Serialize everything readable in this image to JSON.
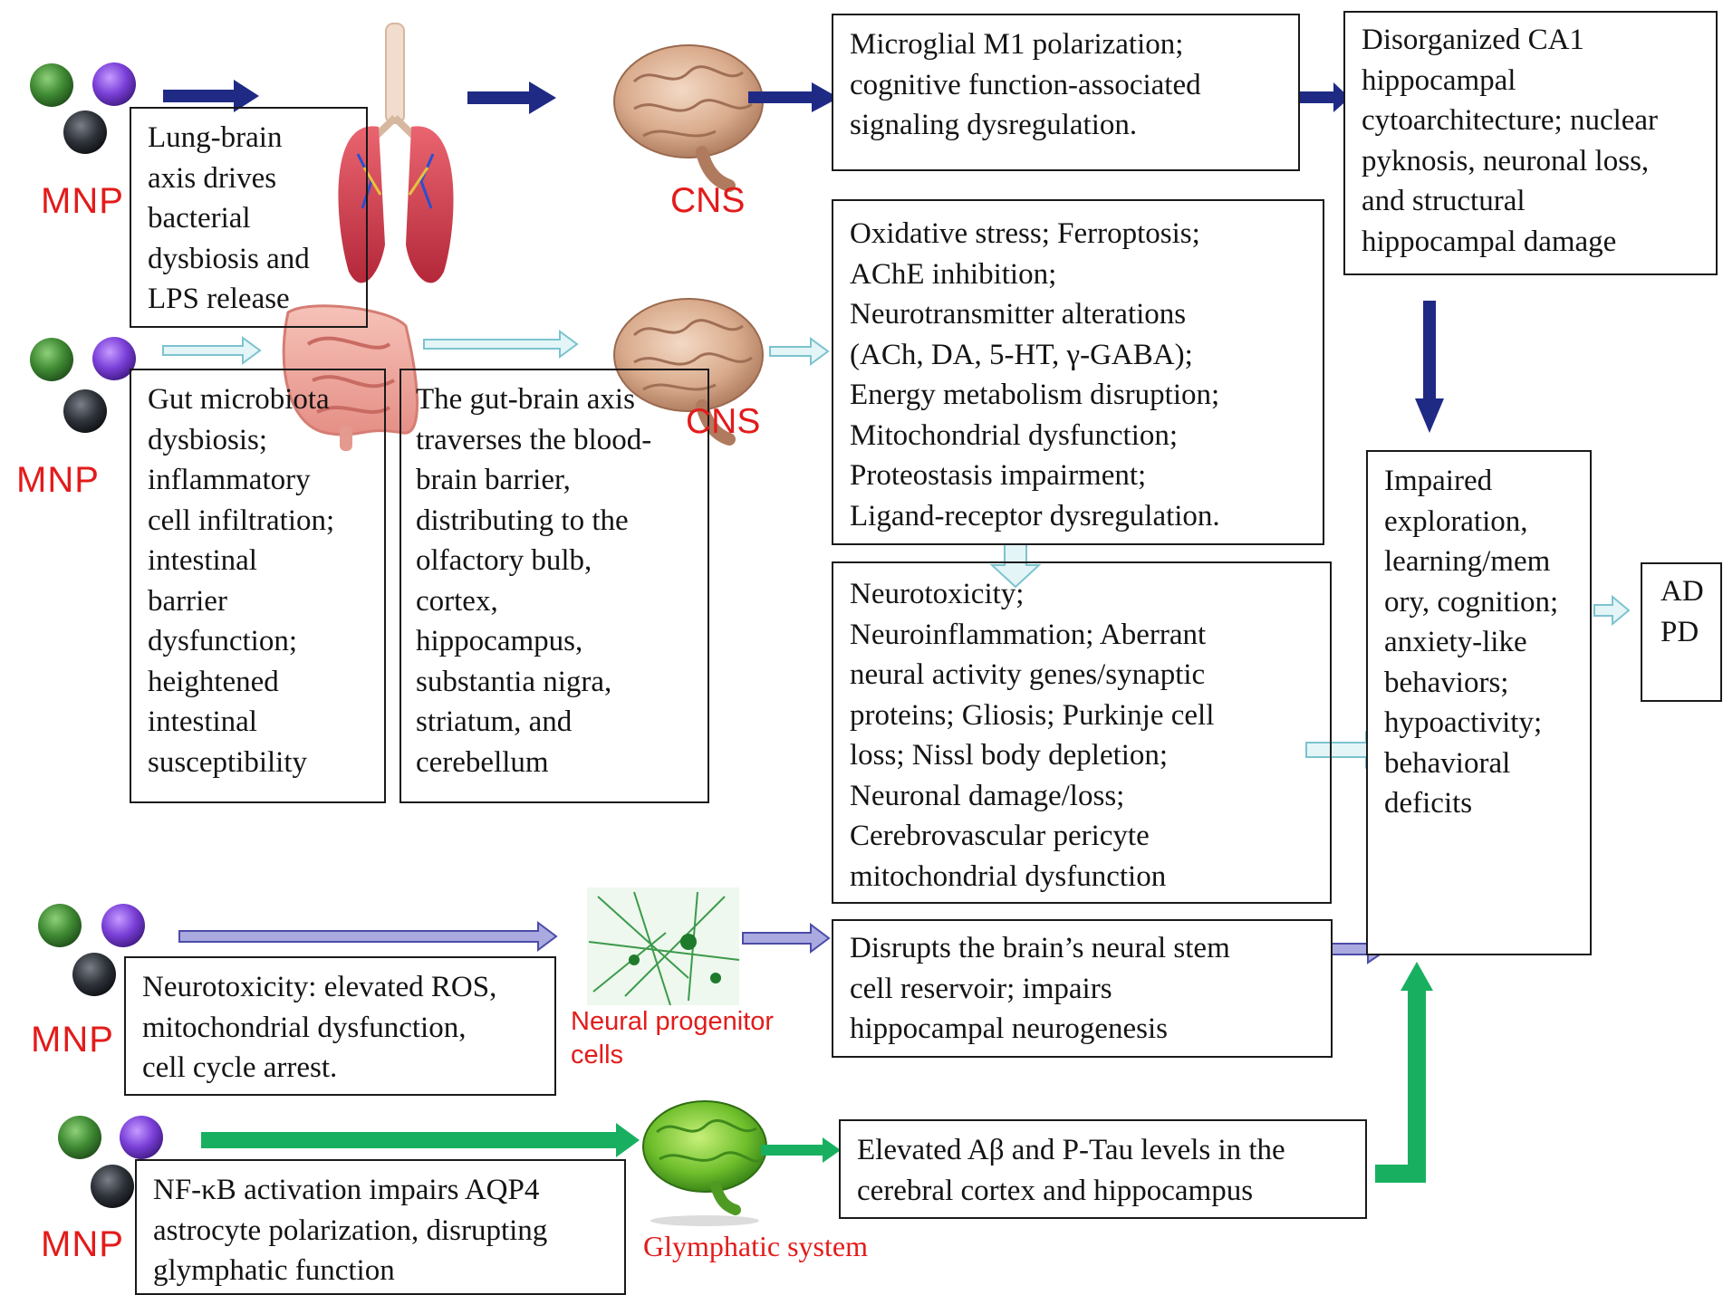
{
  "colors": {
    "dark_arrow": "#1f2a85",
    "light_arrow_fill": "#e4f5f7",
    "light_arrow_stroke": "#7cc3cf",
    "purple_arrow_fill": "#aaaae0",
    "purple_arrow_stroke": "#4b4ba8",
    "green_arrow": "#18b060",
    "label_red": "#e31b1b"
  },
  "labels": {
    "mnp": "MNP",
    "cns": "CNS",
    "neural_progenitor": "Neural progenitor\ncells",
    "glymphatic": "Glymphatic system"
  },
  "boxes": {
    "lung_brain": "Lung-brain\naxis drives\nbacterial\ndysbiosis and\nLPS release",
    "gut_dysbiosis": "Gut microbiota\ndysbiosis;\ninflammatory\ncell infiltration;\nintestinal\nbarrier\ndysfunction;\nheightened\nintestinal\nsusceptibility",
    "gut_brain": "The gut-brain axis\ntraverses the blood-\nbrain barrier,\ndistributing to the\nolfactory bulb,\ncortex,\nhippocampus,\nsubstantia nigra,\nstriatum, and\ncerebellum",
    "microglial": "Microglial M1 polarization;\n cognitive function-associated\nsignaling dysregulation.",
    "ca1": "Disorganized CA1\nhippocampal\ncytoarchitecture; nuclear\npyknosis, neuronal loss,\nand structural\nhippocampal damage",
    "oxidative": "Oxidative stress; Ferroptosis;\nAChE inhibition;\nNeurotransmitter alterations\n(ACh, DA, 5-HT, γ-GABA);\nEnergy metabolism disruption;\nMitochondrial dysfunction;\nProteostasis impairment;\nLigand-receptor dysregulation.",
    "neurotoxicity": "Neurotoxicity;\nNeuroinflammation; Aberrant\nneural activity genes/synaptic\nproteins; Gliosis; Purkinje cell\nloss; Nissl body depletion;\nNeuronal damage/loss;\nCerebrovascular pericyte\nmitochondrial dysfunction",
    "impaired": "Impaired\nexploration,\nlearning/mem\nory, cognition;\nanxiety-like\nbehaviors;\nhypoactivity;\nbehavioral\ndeficits",
    "ad_pd": "AD\nPD",
    "ros": "Neurotoxicity: elevated ROS,\nmitochondrial dysfunction,\ncell cycle arrest.",
    "stem_cell": "Disrupts the brain’s neural stem\ncell reservoir; impairs\nhippocampal neurogenesis",
    "nfkb": "NF-κB activation impairs AQP4\nastrocyte polarization, disrupting\nglymphatic function",
    "abeta": "Elevated Aβ and P-Tau levels in the\ncerebral cortex and hippocampus"
  }
}
